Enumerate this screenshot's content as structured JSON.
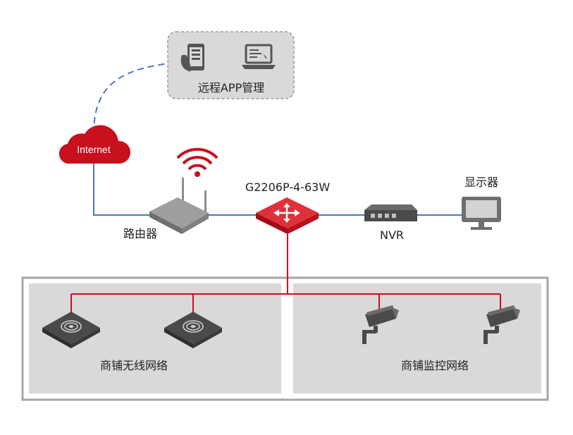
{
  "remote": {
    "label": "远程APP管理"
  },
  "cloud": {
    "label": "Internet"
  },
  "router": {
    "label": "路由器"
  },
  "switch": {
    "label": "G2206P-4-63W"
  },
  "nvr": {
    "label": "NVR"
  },
  "monitor": {
    "label": "显示器"
  },
  "groups": [
    {
      "label": "商铺无线网络"
    },
    {
      "label": "商铺监控网络"
    }
  ],
  "colors": {
    "red": "#c8101f",
    "blue_link": "#4a78b5",
    "panel_bg": "#d9d9d9",
    "device_dark": "#4a4a4a"
  }
}
